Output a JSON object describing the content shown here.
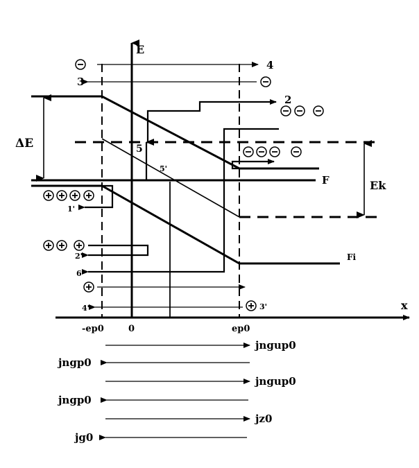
{
  "axes": {
    "e_label": "E",
    "x_label": "x",
    "tick_neg": "-ep0",
    "tick_zero": "0",
    "tick_pos": "ep0"
  },
  "levels": {
    "delta_e": "ΔE",
    "ek": "Ek",
    "fermi": "F",
    "fi": "Fi"
  },
  "paths": {
    "p4": "4",
    "p3": "3",
    "p2": "2",
    "p5": "5",
    "p5p": "5'",
    "p1p": "1'",
    "p2p": "2'",
    "p6p": "6'",
    "p4p": "4'",
    "p3p": "3'"
  },
  "currents": {
    "row1": "jngup0",
    "row2": "jngp0",
    "row3": "jngup0",
    "row4": "jngp0",
    "row5": "jz0",
    "row6": "jg0"
  }
}
